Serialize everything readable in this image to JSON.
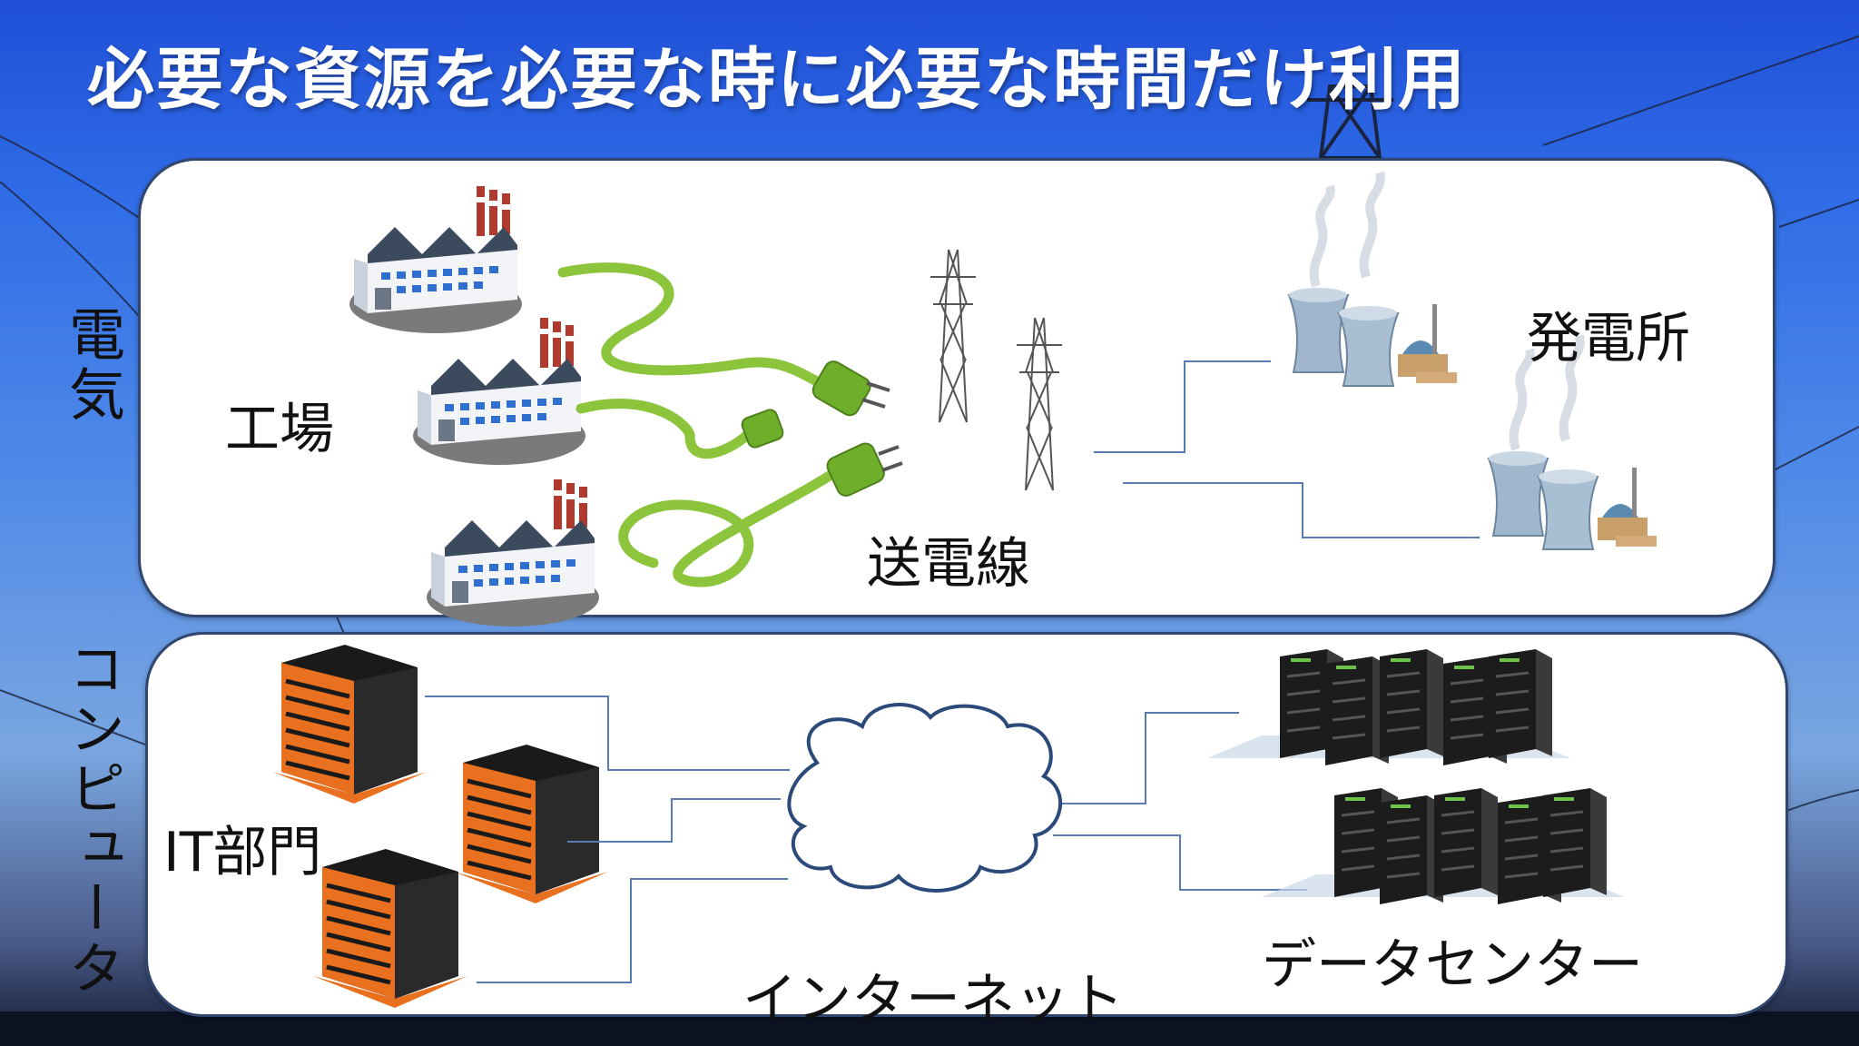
{
  "title": "必要な資源を必要な時に必要な時間だけ利用",
  "side_labels": {
    "electricity": "電気",
    "computer": "コンピュータ"
  },
  "electricity": {
    "factory": "工場",
    "transmission_line": "送電線",
    "power_plant": "発電所"
  },
  "computer": {
    "it_department": "IT部門",
    "internet": "インターネット",
    "data_center": "データセンター"
  },
  "icons": [
    "factory-icon",
    "power-plug-icon",
    "transmission-tower-icon",
    "nuclear-plant-icon",
    "office-building-icon",
    "cloud-icon",
    "server-rack-icon"
  ],
  "colors": {
    "sky": "#3b78e0",
    "panel": "#ffffff",
    "connector": "#5a7bb0",
    "building_orange": "#e8701f",
    "cable_green": "#8cc43c"
  }
}
